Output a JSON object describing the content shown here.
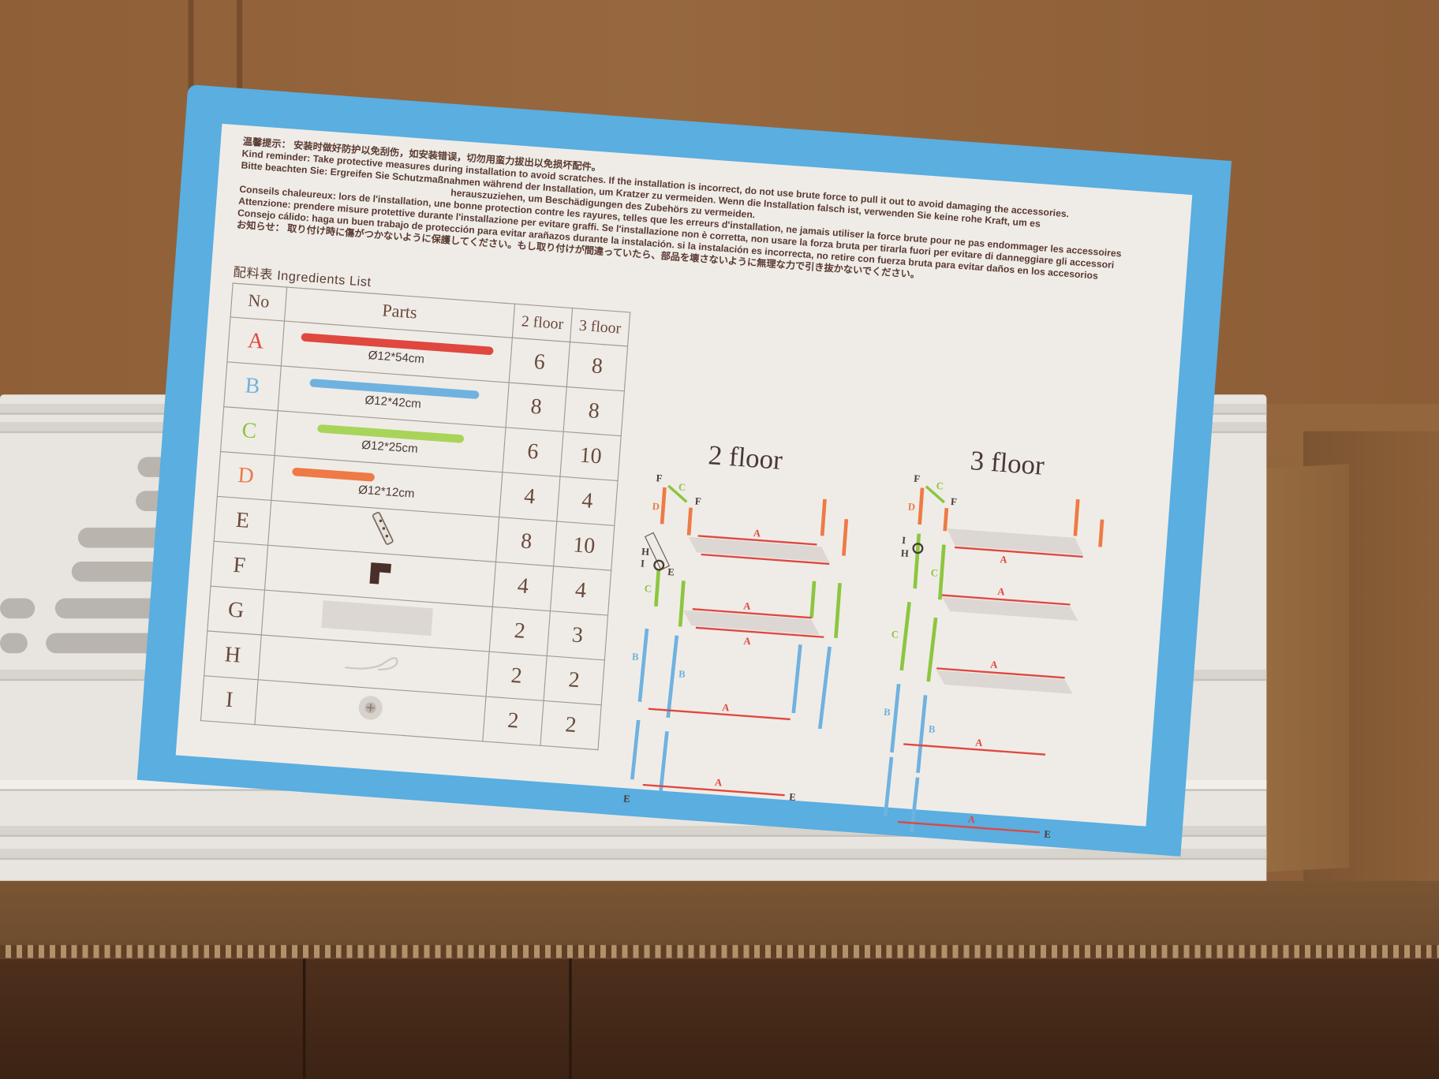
{
  "pamphlet": {
    "notices": [
      {
        "label": "温馨提示：",
        "text": "安装时做好防护以免刮伤，如安装错误，切勿用蛮力拔出以免损坏配件。"
      },
      {
        "label": "Kind reminder:",
        "text": "Take protective measures during installation to avoid scratches. If the installation is incorrect, do not use brute force to pull it out to avoid damaging the accessories."
      },
      {
        "label": "Bitte beachten Sie:",
        "text": "Ergreifen Sie Schutzmaßnahmen während der Installation, um Kratzer zu vermeiden. Wenn die Installation falsch ist, verwenden Sie keine rohe Kraft, um es"
      },
      {
        "label": "",
        "text": "herauszuziehen, um Beschädigungen des Zubehörs zu vermeiden."
      },
      {
        "label": "Conseils chaleureux:",
        "text": "lors de l'installation, une bonne protection contre les rayures, telles que les erreurs d'installation, ne jamais utiliser la force brute pour ne pas endommager les accessoires"
      },
      {
        "label": "Attenzione:",
        "text": "prendere misure protettive durante l'installazione per evitare graffi. Se l'installazione non è corretta, non usare la forza bruta per tirarla fuori per evitare di danneggiare gli accessori"
      },
      {
        "label": "Consejo cálido:",
        "text": "haga un buen trabajo de protección para evitar arañazos durante la instalación. si la instalación es incorrecta, no retire con fuerza bruta para evitar daños en los accesorios"
      },
      {
        "label": "お知らせ：",
        "text": "取り付け時に傷がつかないように保護してください。もし取り付けが間違っていたら、部品を壊さないように無理な力で引き抜かないでください。"
      }
    ],
    "list_title": "配料表  Ingredients List",
    "table": {
      "headers": {
        "no": "No",
        "parts": "Parts",
        "two_floor": "2 floor",
        "three_floor": "3 floor"
      },
      "rows": [
        {
          "no": "A",
          "color": "#e0473f",
          "dim": "Ø12*54cm",
          "two": "6",
          "three": "8",
          "icon": "red-rod"
        },
        {
          "no": "B",
          "color": "#6fb2e0",
          "dim": "Ø12*42cm",
          "two": "8",
          "three": "8",
          "icon": "blue-rod"
        },
        {
          "no": "C",
          "color": "#8cc63f",
          "dim": "Ø12*25cm",
          "two": "6",
          "three": "10",
          "icon": "green-rod"
        },
        {
          "no": "D",
          "color": "#ee7a45",
          "dim": "Ø12*12cm",
          "two": "4",
          "three": "4",
          "icon": "orange-rod"
        },
        {
          "no": "E",
          "color": "#6a4a3c",
          "dim": "",
          "two": "8",
          "three": "10",
          "icon": "side-bracket"
        },
        {
          "no": "F",
          "color": "#6a4a3c",
          "dim": "",
          "two": "4",
          "three": "4",
          "icon": "corner-connector"
        },
        {
          "no": "G",
          "color": "#6a4a3c",
          "dim": "",
          "two": "2",
          "three": "3",
          "icon": "shelf-board"
        },
        {
          "no": "H",
          "color": "#6a4a3c",
          "dim": "",
          "two": "2",
          "three": "2",
          "icon": "hook"
        },
        {
          "no": "I",
          "color": "#6a4a3c",
          "dim": "",
          "two": "2",
          "three": "2",
          "icon": "screw-cap"
        }
      ]
    },
    "diagrams": [
      {
        "title": "2 floor",
        "labels": [
          "A",
          "B",
          "C",
          "D",
          "E",
          "F",
          "H",
          "I"
        ]
      },
      {
        "title": "3 floor",
        "labels": [
          "A",
          "B",
          "C",
          "D",
          "E",
          "F",
          "H",
          "I"
        ]
      }
    ]
  },
  "colors": {
    "pamphlet_border": "#5aaee0",
    "paper": "#efece7",
    "cardboard": "#93663d",
    "rod_a": "#e0473f",
    "rod_b": "#6fb2e0",
    "rod_c": "#8cc63f",
    "rod_d": "#ee7a45"
  }
}
